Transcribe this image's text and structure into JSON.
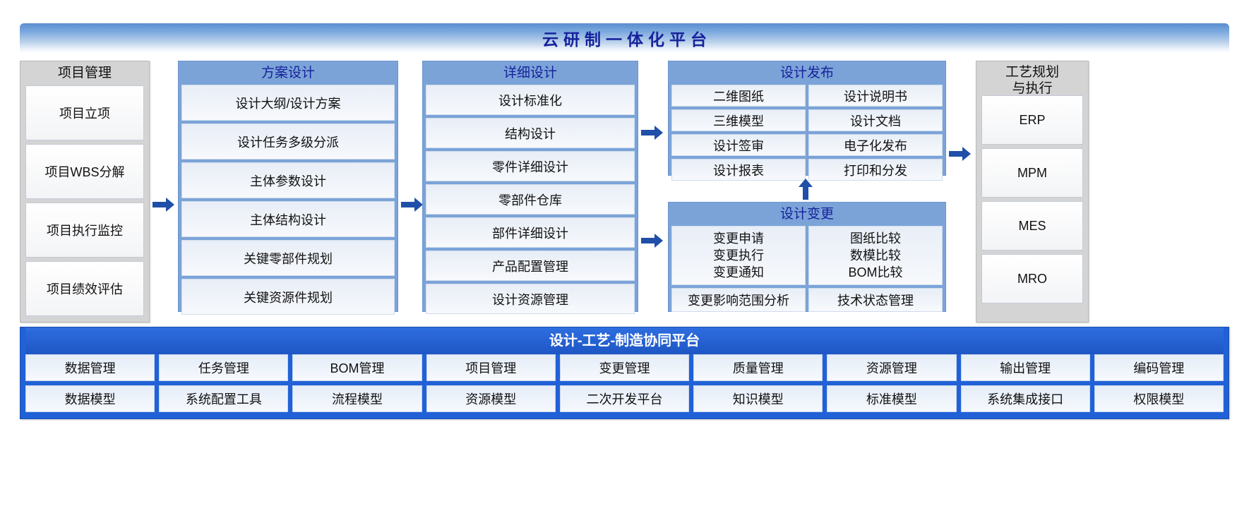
{
  "banner": {
    "title": "云研制一体化平台"
  },
  "columns": {
    "project": {
      "header": "项目管理",
      "items": [
        "项目立项",
        "项目WBS分解",
        "项目执行监控",
        "项目绩效评估"
      ]
    },
    "scheme": {
      "header": "方案设计",
      "items": [
        "设计大纲/设计方案",
        "设计任务多级分派",
        "主体参数设计",
        "主体结构设计",
        "关键零部件规划",
        "关键资源件规划"
      ]
    },
    "detail": {
      "header": "详细设计",
      "items": [
        "设计标准化",
        "结构设计",
        "零件详细设计",
        "零部件仓库",
        "部件详细设计",
        "产品配置管理",
        "设计资源管理"
      ]
    },
    "release": {
      "header": "设计发布",
      "left": [
        "二维图纸",
        "三维模型",
        "设计签审",
        "设计报表"
      ],
      "right": [
        "设计说明书",
        "设计文档",
        "电子化发布",
        "打印和分发"
      ]
    },
    "change": {
      "header": "设计变更",
      "left_block": "变更申请\n变更执行\n变更通知",
      "right_block": "图纸比较\n数模比较\nBOM比较",
      "bottom_left": "变更影响范围分析",
      "bottom_right": "技术状态管理"
    },
    "process": {
      "header_line1": "工艺规划",
      "header_line2": "与执行",
      "items": [
        "ERP",
        "MPM",
        "MES",
        "MRO"
      ]
    }
  },
  "platform": {
    "title": "设计-工艺-制造协同平台",
    "row1": [
      "数据管理",
      "任务管理",
      "BOM管理",
      "项目管理",
      "变更管理",
      "质量管理",
      "资源管理",
      "输出管理",
      "编码管理"
    ],
    "row2": [
      "数据模型",
      "系统配置工具",
      "流程模型",
      "资源模型",
      "二次开发平台",
      "知识模型",
      "标准模型",
      "系统集成接口",
      "权限模型"
    ]
  },
  "icons": {
    "arrow_right": "arrow-right-icon",
    "arrow_up": "arrow-up-icon"
  },
  "colors": {
    "banner_blue": "#5b8ed0",
    "title_navy": "#17229c",
    "panel_blue": "#7ba3d8",
    "panel_grey": "#d4d4d4",
    "platform_blue": "#2161d8",
    "arrow_blue": "#1f4fa8"
  }
}
